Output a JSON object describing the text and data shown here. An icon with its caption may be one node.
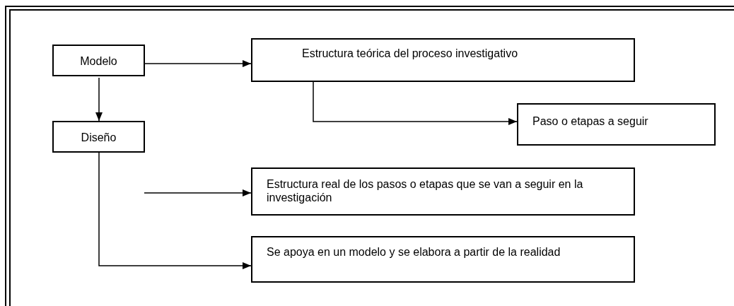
{
  "diagram": {
    "nodes": [
      {
        "text": [
          "Modelo"
        ]
      },
      {
        "text": [
          "Estructura teórica del proceso investigativo"
        ]
      },
      {
        "text": [
          "Diseño"
        ]
      },
      {
        "text": [
          "Paso o etapas a seguir"
        ]
      },
      {
        "text": [
          "Estructura real de los pasos o etapas que se van a seguir en la investigación"
        ]
      },
      {
        "text": [
          "Se apoya en un modelo y se elabora a partir de la realidad"
        ]
      }
    ],
    "edges": [
      {
        "from": 0,
        "to": 1,
        "arrow": "to"
      },
      {
        "from": 0,
        "to": 2,
        "arrow": "to"
      },
      {
        "from": 1,
        "to": 3,
        "arrow": "to"
      },
      {
        "from": null,
        "to": 4,
        "arrow": "to"
      },
      {
        "from": 2,
        "to": 5,
        "arrow": "to"
      }
    ]
  }
}
